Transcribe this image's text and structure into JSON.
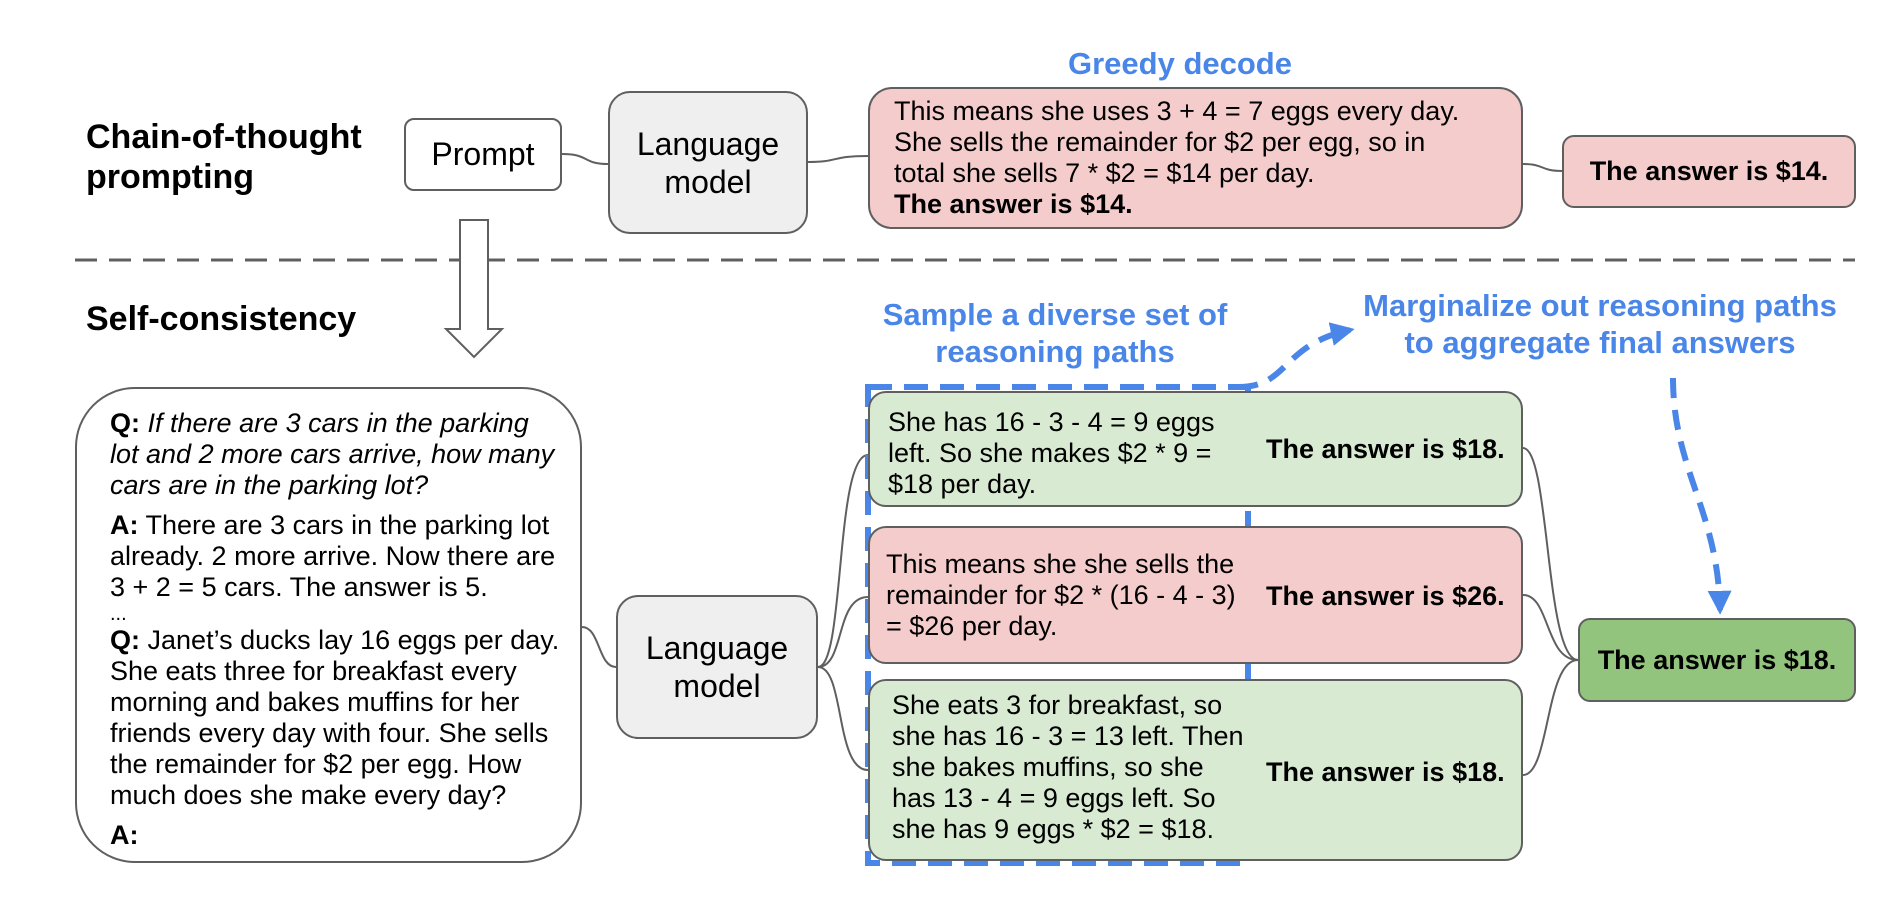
{
  "labels": {
    "cot_line1": "Chain-of-thought",
    "cot_line2": "prompting",
    "self_consistency": "Self-consistency"
  },
  "boxes": {
    "prompt": "Prompt",
    "lm_top_line1": "Language",
    "lm_top_line2": "model",
    "lm_bottom_line1": "Language",
    "lm_bottom_line2": "model"
  },
  "annotations": {
    "greedy": "Greedy decode",
    "sample_line1": "Sample a diverse set of",
    "sample_line2": "reasoning paths",
    "marginalize_line1": "Marginalize out reasoning paths",
    "marginalize_line2": "to aggregate final answers"
  },
  "greedy_output": {
    "line1": "This means she uses 3 + 4 = 7 eggs every day.",
    "line2": "She sells the remainder for $2 per egg, so in",
    "line3": "total she sells 7 * $2 = $14 per day.",
    "line4": "The answer is $14.",
    "answer": "The answer is $14."
  },
  "prompt_text": {
    "q1_label": "Q:",
    "q1_line1": "If there are 3 cars in the parking",
    "q1_line2": "lot and 2 more cars arrive, how many",
    "q1_line3": "cars are in the parking lot?",
    "a1_label": "A:",
    "a1_line1": "There are 3 cars in the parking lot",
    "a1_line2": "already. 2 more arrive. Now there are",
    "a1_line3": "3 + 2 = 5 cars. The answer is 5.",
    "ellipsis": "...",
    "q2_label": "Q:",
    "q2_line1": "Janet’s ducks lay 16 eggs per day.",
    "q2_line2": "She eats three for breakfast every",
    "q2_line3": "morning and bakes muffins for her",
    "q2_line4": "friends every day with four. She sells",
    "q2_line5": "the remainder for $2 per egg. How",
    "q2_line6": "much does she make every day?",
    "a2_label": "A:"
  },
  "paths": [
    {
      "line1": "She has 16 - 3 - 4 = 9 eggs",
      "line2": "left. So she makes $2 * 9 =",
      "line3": "$18 per day.",
      "answer": "The answer is $18."
    },
    {
      "line1": "This means she she sells the",
      "line2": "remainder for $2 * (16 - 4 - 3)",
      "line3": "= $26 per day.",
      "answer": "The answer is $26."
    },
    {
      "line1": "She eats 3 for breakfast, so",
      "line2": "she has 16 - 3 = 13 left. Then",
      "line3": "she bakes muffins, so she",
      "line4": "has 13 - 4 = 9 eggs left. So",
      "line5": "she has 9 eggs * $2 = $18.",
      "answer": "The answer is $18."
    }
  ],
  "final_answer": "The answer is $18.",
  "colors": {
    "pink": "#f4cccc",
    "light_green": "#d9ead3",
    "dark_green": "#93c47d",
    "gray": "#efefef",
    "blue": "#4a86e8",
    "border": "#5f5f5f"
  }
}
